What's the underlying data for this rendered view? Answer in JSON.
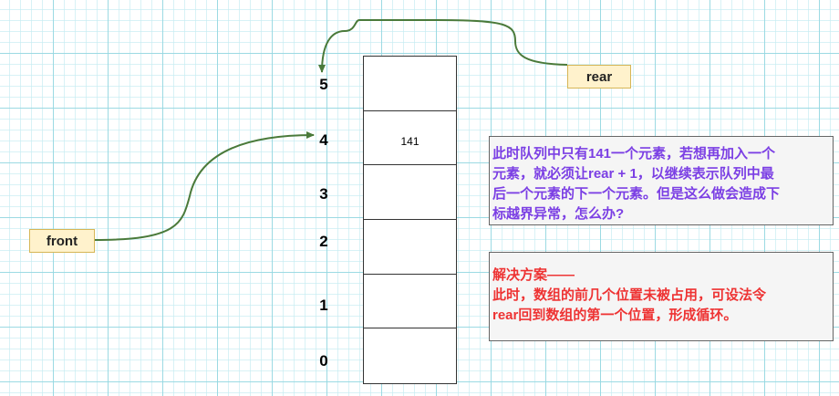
{
  "queue": {
    "cells": [
      {
        "index_label": "5",
        "value": ""
      },
      {
        "index_label": "4",
        "value": "141"
      },
      {
        "index_label": "3",
        "value": ""
      },
      {
        "index_label": "2",
        "value": ""
      },
      {
        "index_label": "1",
        "value": ""
      },
      {
        "index_label": "0",
        "value": ""
      }
    ]
  },
  "pointers": {
    "rear": {
      "label": "rear",
      "points_to_index": 5
    },
    "front": {
      "label": "front",
      "points_to_index": 4
    }
  },
  "notes": {
    "question": {
      "lines": [
        "此时队列中只有141一个元素，若想再加入一个",
        "元素，就必须让rear + 1，以继续表示队列中最",
        "后一个元素的下一个元素。但是这么做会造成下",
        "标越界异常，怎么办?"
      ],
      "color": "#7b3fe4"
    },
    "solution": {
      "title": "解决方案——",
      "lines": [
        "此时，数组的前几个位置未被占用，可设法令",
        "rear回到数组的第一个位置，形成循环。"
      ],
      "color": "#ee3333"
    }
  },
  "colors": {
    "arrow": "#4a7a3a",
    "pointer_fill": "#fff2cc",
    "pointer_border": "#d6b656",
    "note_fill": "#f5f5f5",
    "grid": "#96d7e1"
  }
}
